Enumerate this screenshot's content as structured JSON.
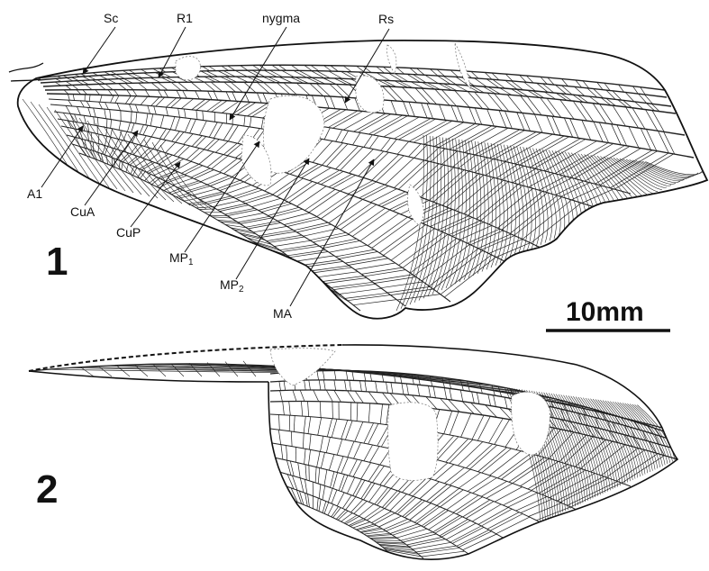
{
  "figures": [
    {
      "number": "1"
    },
    {
      "number": "2"
    }
  ],
  "labels": {
    "sc": "Sc",
    "r1": "R1",
    "nygma": "nygma",
    "rs": "Rs",
    "a1": "A1",
    "cua": "CuA",
    "cup": "CuP",
    "mp1": {
      "base": "MP",
      "sub": "1"
    },
    "mp2": {
      "base": "MP",
      "sub": "2"
    },
    "ma": "MA"
  },
  "scale_bar": {
    "label": "10mm"
  },
  "colors": {
    "ink": "#111111",
    "vein": "#222222",
    "background": "#ffffff",
    "gap_outline": "#777777"
  }
}
